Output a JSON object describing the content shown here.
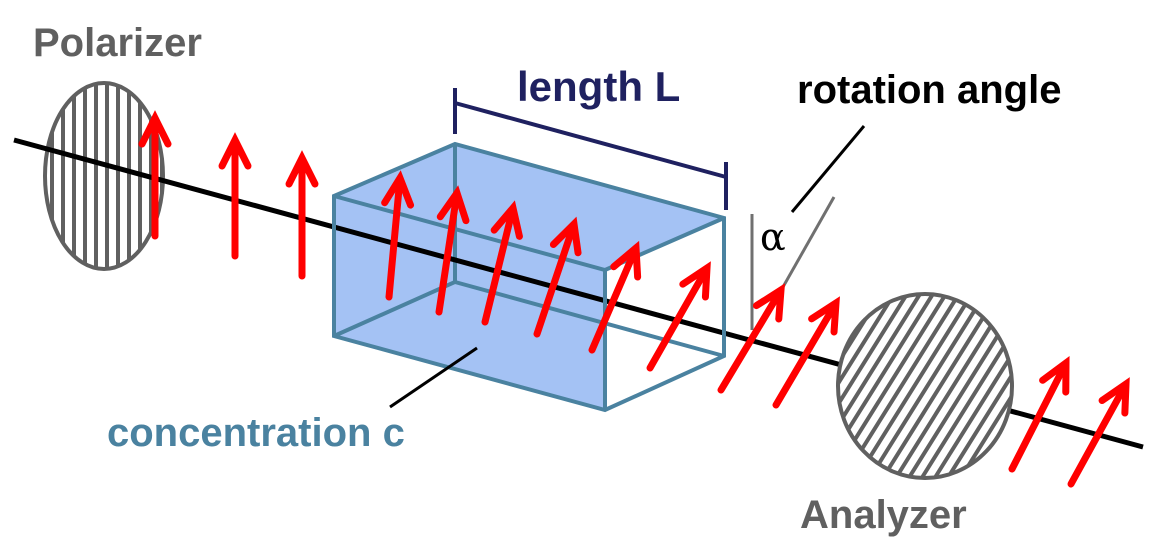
{
  "diagram": {
    "title": "Optical rotation measurement (polarimetry)",
    "labels": {
      "polarizer": "Polarizer",
      "analyzer": "Analyzer",
      "length": "length L",
      "rotation_angle": "rotation angle",
      "alpha": "α",
      "concentration": "concentration c"
    },
    "colors": {
      "polarizer_text": "#606060",
      "analyzer_text": "#606060",
      "length_text": "#1f2160",
      "rotation_text": "#000000",
      "concentration_text": "#4a82a0",
      "cuvette_fill": "#a4c2f4",
      "cuvette_edge": "#4a82a0",
      "arrow": "#ff0000",
      "beam": "#000000",
      "filter_lines": "#606060"
    },
    "components": [
      {
        "id": "polarizer",
        "kind": "linear polarizer",
        "stripe_orientation": "vertical"
      },
      {
        "id": "cuvette",
        "kind": "sample cell",
        "properties": [
          "length L",
          "concentration c"
        ]
      },
      {
        "id": "analyzer",
        "kind": "linear polarizer",
        "stripe_orientation": "tilted"
      }
    ],
    "polarization_arrows": {
      "before_sample_count": 3,
      "inside_sample_count": 6,
      "after_sample_count": 4
    }
  }
}
